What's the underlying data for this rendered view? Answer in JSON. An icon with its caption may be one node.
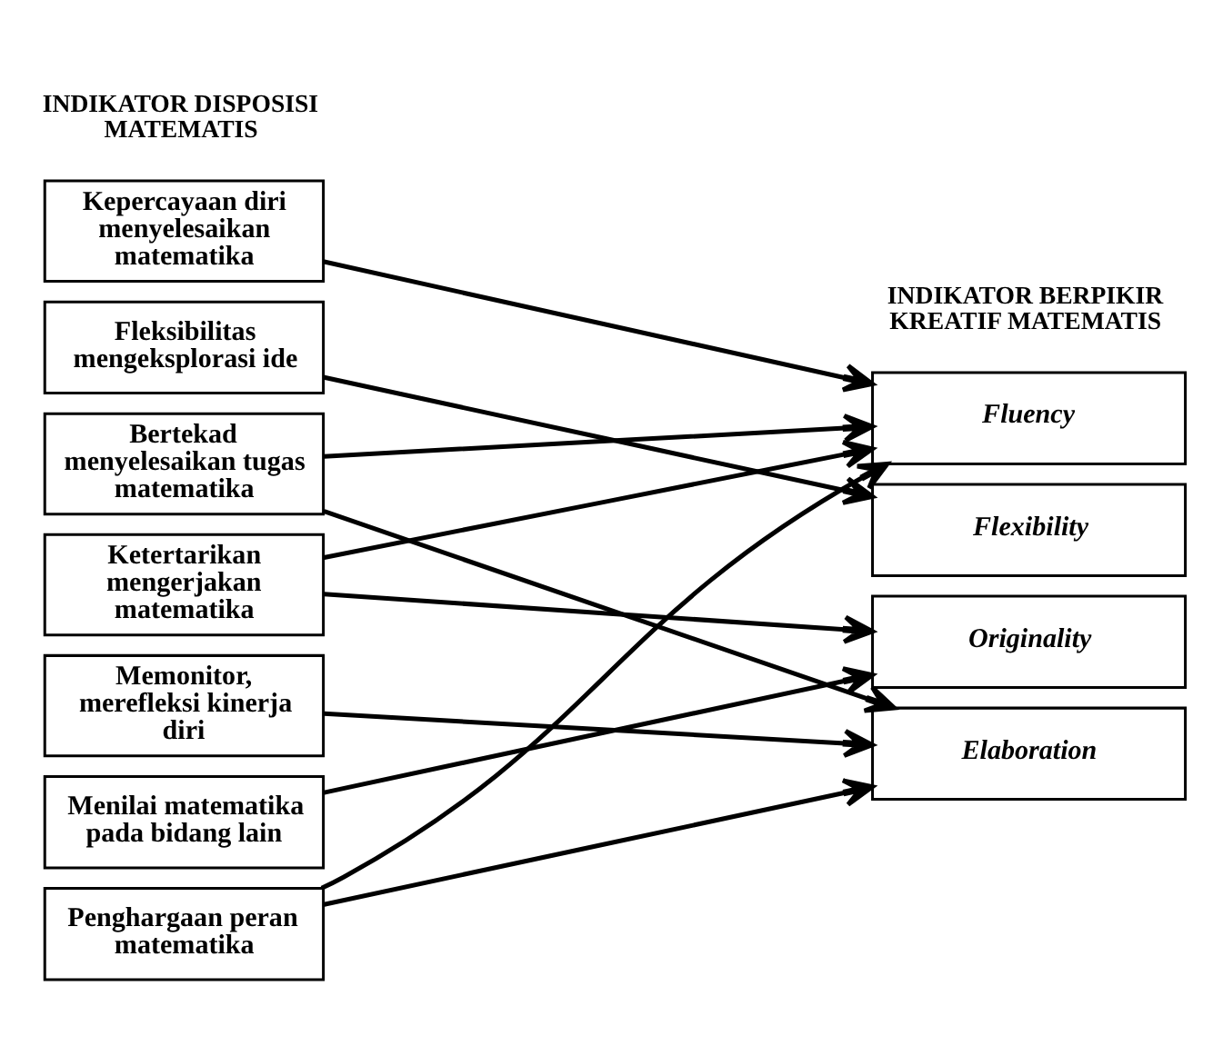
{
  "diagram": {
    "nodes": [
      {
        "text": [
          "Kepercayaan diri menyelesaikan matematika"
        ]
      },
      {
        "text": [
          "Fleksibilitas mengeksplorasi ide"
        ]
      },
      {
        "text": [
          "Bertekad menyelesaikan tugas matematika"
        ]
      },
      {
        "text": [
          "Ketertarikan mengerjakan matematika"
        ]
      },
      {
        "text": [
          "Memonitor, merefleksi kinerja diri"
        ]
      },
      {
        "text": [
          "Menilai matematika pada bidang lain"
        ]
      },
      {
        "text": [
          "Penghargaan peran matematika"
        ]
      },
      {
        "text": [
          "Fluency"
        ]
      },
      {
        "text": [
          "Flexibility"
        ]
      },
      {
        "text": [
          "Originality"
        ]
      },
      {
        "text": [
          "Elaboration"
        ]
      }
    ],
    "edges": [
      {
        "from": 0,
        "to": 7,
        "arrow": "to"
      },
      {
        "from": 1,
        "to": 8,
        "arrow": "to"
      },
      {
        "from": 2,
        "to": 7,
        "arrow": "to"
      },
      {
        "from": 2,
        "to": 10,
        "arrow": "to"
      },
      {
        "from": 3,
        "to": 7,
        "arrow": "to"
      },
      {
        "from": 3,
        "to": 9,
        "arrow": "to"
      },
      {
        "from": 4,
        "to": 10,
        "arrow": "to"
      },
      {
        "from": 5,
        "to": 9,
        "arrow": "to"
      },
      {
        "from": 6,
        "to": 7,
        "arrow": "to"
      },
      {
        "from": 6,
        "to": 10,
        "arrow": "to"
      }
    ],
    "labels": [
      "INDIKATOR DISPOSISI MATEMATIS",
      "INDIKATOR BERPIKIR KREATIF MATEMATIS"
    ]
  }
}
